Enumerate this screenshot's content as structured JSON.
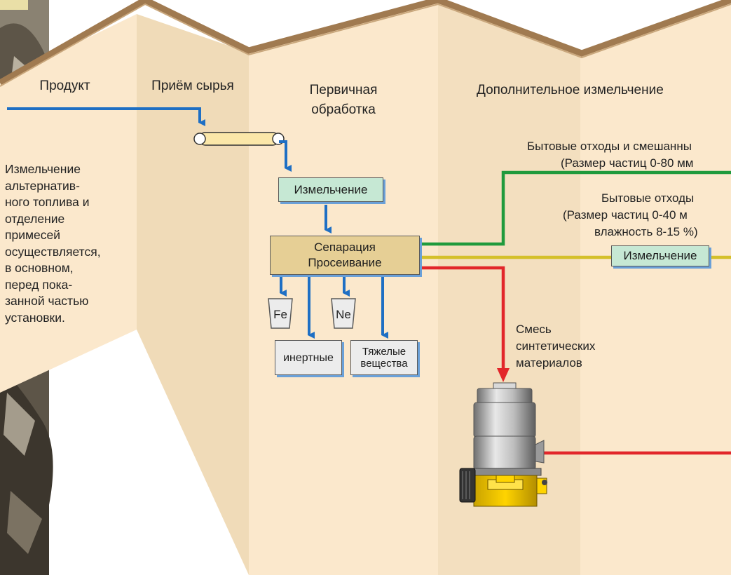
{
  "columns": {
    "product": "Продукт",
    "intake": "Приём сырья",
    "primary_line1": "Первичная",
    "primary_line2": "обработка",
    "additional": "Дополнительное измельчение"
  },
  "side_note": [
    "Измельчение",
    "альтернатив-",
    "ного топлива и",
    "отделение",
    "примесей",
    "осуществляется,",
    "в основном,",
    "перед пока-",
    "занной частью",
    "установки."
  ],
  "boxes": {
    "shredding": "Измельчение",
    "separation_line1": "Сепарация",
    "separation_line2": "Просеивание",
    "fe": "Fe",
    "ne": "Ne",
    "inert": "инертные",
    "heavy_line1": "Тяжелые",
    "heavy_line2": "вещества",
    "shredding2": "Измельчение"
  },
  "annotations": {
    "mixed_line1": "Бытовые отходы и смешанны",
    "mixed_line2": "(Размер частиц  0-80 мм",
    "household_line1": "Бытовые отходы",
    "household_line2": "(Размер частиц  0-40 м",
    "household_line3": "влажность 8-15 %)",
    "synthetic_line1": "Смесь",
    "synthetic_line2": "синтетических",
    "synthetic_line3": "материалов"
  },
  "colors": {
    "blue_line": "#1e6fc4",
    "green_line": "#1f9a3c",
    "yellow_line": "#d4c02a",
    "red_line": "#e2262a",
    "panel": "#fbe8cc",
    "panel_shade": "#f1dbb8",
    "roof": "#a07a50"
  }
}
